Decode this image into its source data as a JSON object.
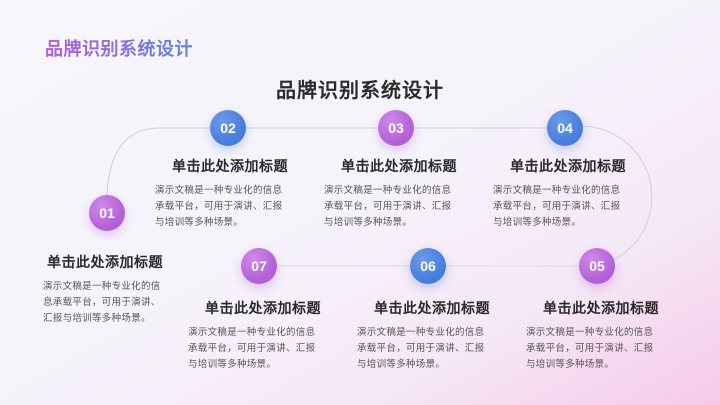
{
  "slide": {
    "corner_title": "品牌识别系统设计",
    "main_title": "品牌识别系统设计",
    "colors": {
      "blue": "#4a7fdc",
      "purple": "#b463d8",
      "title_text": "#2b2b2b",
      "body_text": "#555555",
      "line": "#cfcfd6"
    }
  },
  "steps": [
    {
      "number": "01",
      "title": "单击此处添加标题",
      "line1": "演示文稿是一种专业化的信",
      "line2": "息承载平台，可用于演讲、",
      "line3": "汇报与培训等多种场景。",
      "color": "purple"
    },
    {
      "number": "02",
      "title": "单击此处添加标题",
      "line1": "演示文稿是一种专业化的信息",
      "line2": "承载平台，可用于演讲、汇报",
      "line3": "与培训等多种场景。",
      "color": "blue"
    },
    {
      "number": "03",
      "title": "单击此处添加标题",
      "line1": "演示文稿是一种专业化的信息",
      "line2": "承载平台，可用于演讲、汇报",
      "line3": "与培训等多种场景。",
      "color": "purple"
    },
    {
      "number": "04",
      "title": "单击此处添加标题",
      "line1": "演示文稿是一种专业化的信息",
      "line2": "承载平台，可用于演讲、汇报",
      "line3": "与培训等多种场景。",
      "color": "blue"
    },
    {
      "number": "05",
      "title": "单击此处添加标题",
      "line1": "演示文稿是一种专业化的信息",
      "line2": "承载平台，可用于演讲、汇报",
      "line3": "与培训等多种场景。",
      "color": "purple"
    },
    {
      "number": "06",
      "title": "单击此处添加标题",
      "line1": "演示文稿是一种专业化的信息",
      "line2": "承载平台，可用于演讲、汇报",
      "line3": "与培训等多种场景。",
      "color": "blue"
    },
    {
      "number": "07",
      "title": "单击此处添加标题",
      "line1": "演示文稿是一种专业化的信息",
      "line2": "承载平台，可用于演讲、汇报",
      "line3": "与培训等多种场景。",
      "color": "purple"
    }
  ]
}
